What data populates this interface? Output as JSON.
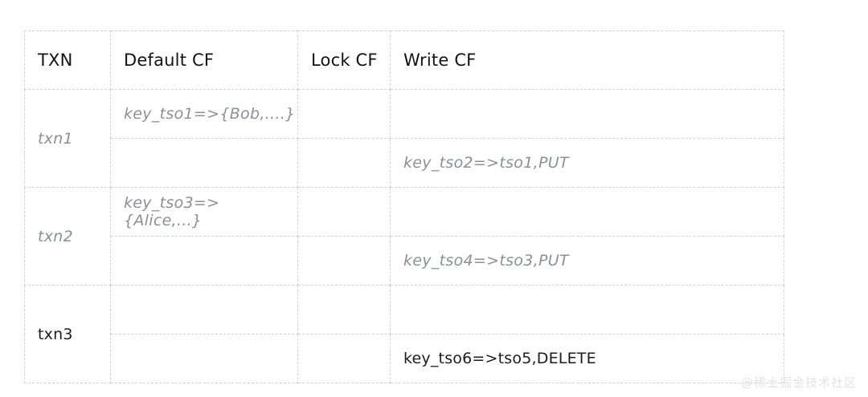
{
  "table": {
    "columns": [
      {
        "key": "txn",
        "label": "TXN"
      },
      {
        "key": "default",
        "label": "Default CF"
      },
      {
        "key": "lock",
        "label": "Lock CF"
      },
      {
        "key": "write",
        "label": "Write  CF"
      }
    ],
    "rows": [
      {
        "txn": "txn1",
        "txn_style": "faded",
        "default": "key_tso1=>{Bob,....}",
        "default_style": "faded",
        "lock": "",
        "write": "",
        "write_style": "faded"
      },
      {
        "txn": "",
        "default": "",
        "lock": "",
        "write": "key_tso2=>tso1,PUT",
        "write_style": "faded"
      },
      {
        "txn": "txn2",
        "txn_style": "faded",
        "default": "key_tso3=>{Alice,...}",
        "default_style": "faded",
        "lock": "",
        "write": "",
        "write_style": "faded"
      },
      {
        "txn": "",
        "default": "",
        "lock": "",
        "write": "key_tso4=>tso3,PUT",
        "write_style": "faded"
      },
      {
        "txn": "txn3",
        "txn_style": "active",
        "default": "",
        "lock": "",
        "write": "",
        "write_style": "active"
      },
      {
        "txn": "",
        "default": "",
        "lock": "",
        "write": "key_tso6=>tso5,DELETE",
        "write_style": "active"
      }
    ]
  },
  "watermark": {
    "text": "@稀土掘金技术社区"
  },
  "colors": {
    "border": "#cfd2d6",
    "faded_text": "#8c9096",
    "active_text": "#1a1c1f",
    "header_text": "#111315",
    "watermark": "#e2e3e5",
    "background": "#ffffff"
  }
}
